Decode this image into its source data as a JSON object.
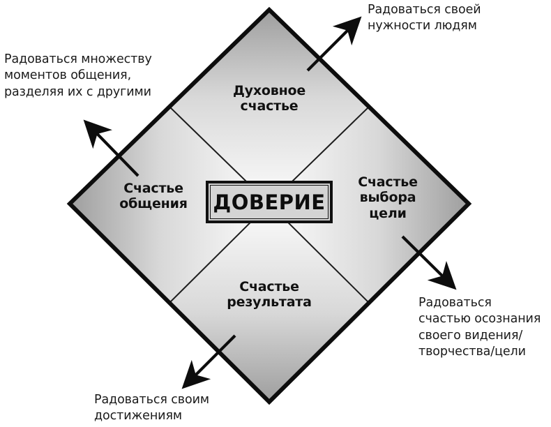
{
  "diagram": {
    "title_text": "ДОВЕРИЕ",
    "shape": "diamond",
    "center_label": "ДОВЕРИЕ",
    "quadrants": [
      {
        "id": "top",
        "label": "Духовное\nсчастье"
      },
      {
        "id": "right",
        "label": "Счастье\nвыбора\nцели"
      },
      {
        "id": "bottom",
        "label": "Счастье\nрезультата"
      },
      {
        "id": "left",
        "label": "Счастье\nобщения"
      }
    ],
    "callouts": [
      {
        "id": "top-left",
        "text": "Радоваться множеству\nмоментов общения,\nразделяя их с другими"
      },
      {
        "id": "top-right",
        "text": "Радоваться своей\nнужности людям"
      },
      {
        "id": "bottom-right",
        "text": "Радоваться\nсчастью осознания\nсвоего видения/\nтворчества/цели"
      },
      {
        "id": "bottom-left",
        "text": "Радоваться своим\nдостижениям"
      }
    ],
    "colors": {
      "stroke": "#111111",
      "background": "#ffffff",
      "fill_light": "#fbfbfb",
      "fill_dark": "#9b9b9b",
      "center_fill": "#d4d4d4",
      "text": "#1a1a1a"
    }
  }
}
